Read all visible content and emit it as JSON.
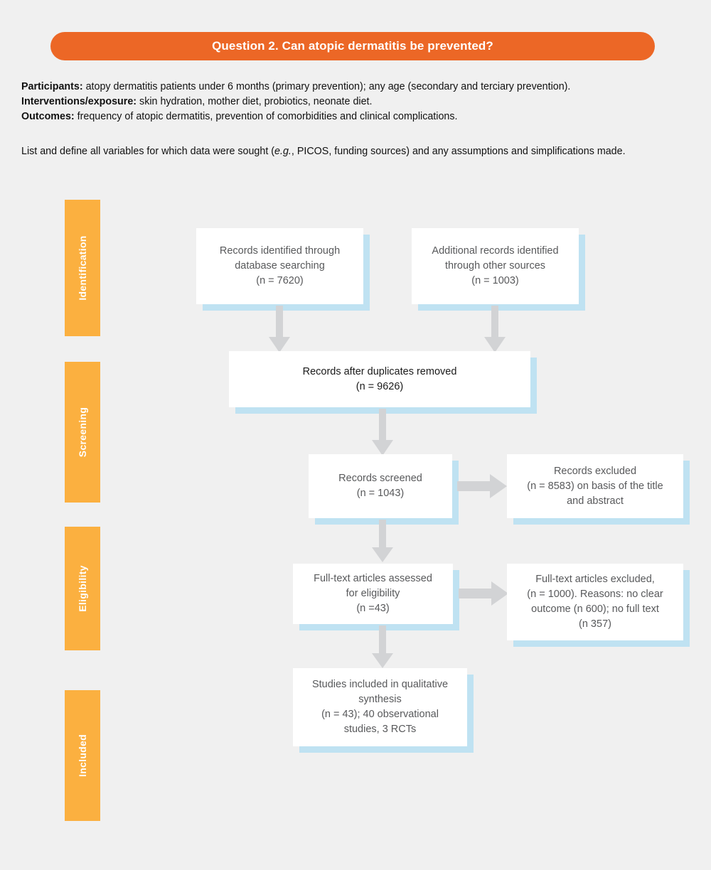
{
  "banner": {
    "title": "Question 2. Can atopic dermatitis be prevented?",
    "color": "#ec6726"
  },
  "intro": {
    "participants_label": "Participants:",
    "participants_text": " atopy dermatitis patients under 6 months (primary prevention); any age (secondary and terciary prevention).",
    "interventions_label": "Interventions/exposure:",
    "interventions_text": " skin hydration, mother diet, probiotics, neonate diet.",
    "outcomes_label": "Outcomes:",
    "outcomes_text": " frequency of atopic dermatitis, prevention of comorbidities and clinical complications.",
    "note_a": "List and define all variables for which data were sought (",
    "note_em": "e.g.",
    "note_b": ", PICOS, funding sources) and any assumptions and simplifications made."
  },
  "stages": [
    {
      "label": "Identification",
      "color": "#fbb040"
    },
    {
      "label": "Screening",
      "color": "#fbb040"
    },
    {
      "label": "Eligibility",
      "color": "#fbb040"
    },
    {
      "label": "Included",
      "color": "#fbb040"
    }
  ],
  "nodes": {
    "records_database": "Records identified through\ndatabase searching\n(n = 7620)",
    "records_other": "Additional records identified\nthrough other sources\n(n = 1003)",
    "records_dedup": "Records after duplicates removed\n(n = 9626)",
    "records_screened": "Records screened\n(n = 1043)",
    "records_excluded": "Records excluded\n(n = 8583) on basis of the title\nand abstract",
    "fulltext_assessed": "Full-text articles assessed\nfor eligibility\n(n =43)",
    "fulltext_excluded": "Full-text articles excluded,\n(n = 1000). Reasons: no clear\noutcome (n 600); no full text\n(n 357)",
    "studies_included": "Studies included in qualitative\nsynthesis\n(n = 43); 40 observational\nstudies, 3 RCTs"
  },
  "theme": {
    "page_background": "#f0f0f0",
    "node_background": "#ffffff",
    "node_shadow": "#bfe2f2",
    "node_text": "#58595b",
    "arrow_fill": "#d2d3d5"
  }
}
